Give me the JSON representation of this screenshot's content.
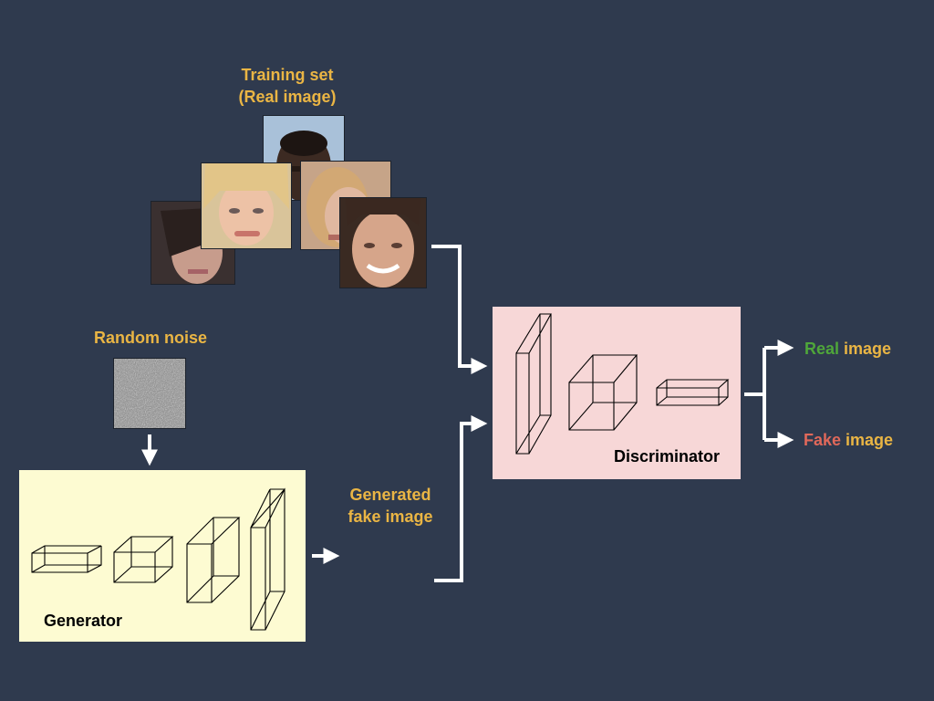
{
  "training_set": {
    "line1": "Training set",
    "line2": "(Real image)"
  },
  "random_noise": {
    "label": "Random  noise"
  },
  "generated": {
    "line1": "Generated",
    "line2": "fake image"
  },
  "generator": {
    "label": "Generator"
  },
  "discriminator": {
    "label": "Discriminator"
  },
  "outputs": {
    "real_word": "Real",
    "real_rest": " image",
    "fake_word": "Fake",
    "fake_rest": " image"
  },
  "colors": {
    "background": "#2f3a4e",
    "label_yellow": "#eab544",
    "generator_fill": "#fdfbd2",
    "discriminator_fill": "#f7d7d7",
    "real_green": "#4fa63a",
    "fake_red": "#e0685a"
  }
}
